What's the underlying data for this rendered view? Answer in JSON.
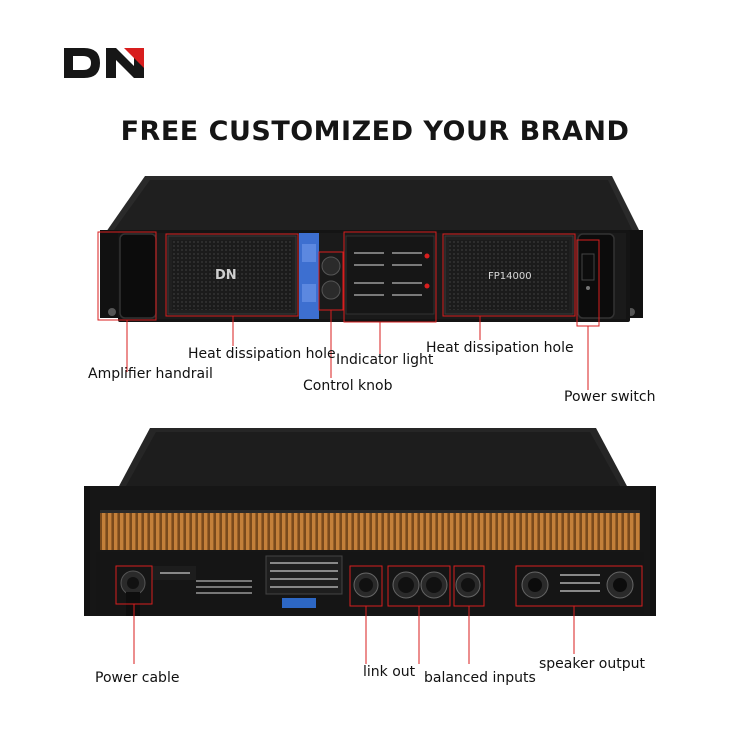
{
  "brand": {
    "logo_text": "DN",
    "front_model": "FP14000",
    "front_logo": "DN"
  },
  "headline": "FREE CUSTOMIZED YOUR BRAND",
  "front_callouts": {
    "amplifier_handrail": "Amplifier handrail",
    "heat_hole_left": "Heat dissipation hole",
    "indicator_light": "Indicator light",
    "heat_hole_right": "Heat dissipation hole",
    "control_knob": "Control knob",
    "power_switch": "Power switch"
  },
  "rear_callouts": {
    "power_cable": "Power cable",
    "link_out": "link out",
    "balanced_inputs": "balanced inputs",
    "speaker_output": "speaker output"
  },
  "colors": {
    "accent_red": "#d81e1e",
    "chassis": "#1b1b1b",
    "heatsink": "#c4803a",
    "blue_strip": "#3d6fd0"
  }
}
